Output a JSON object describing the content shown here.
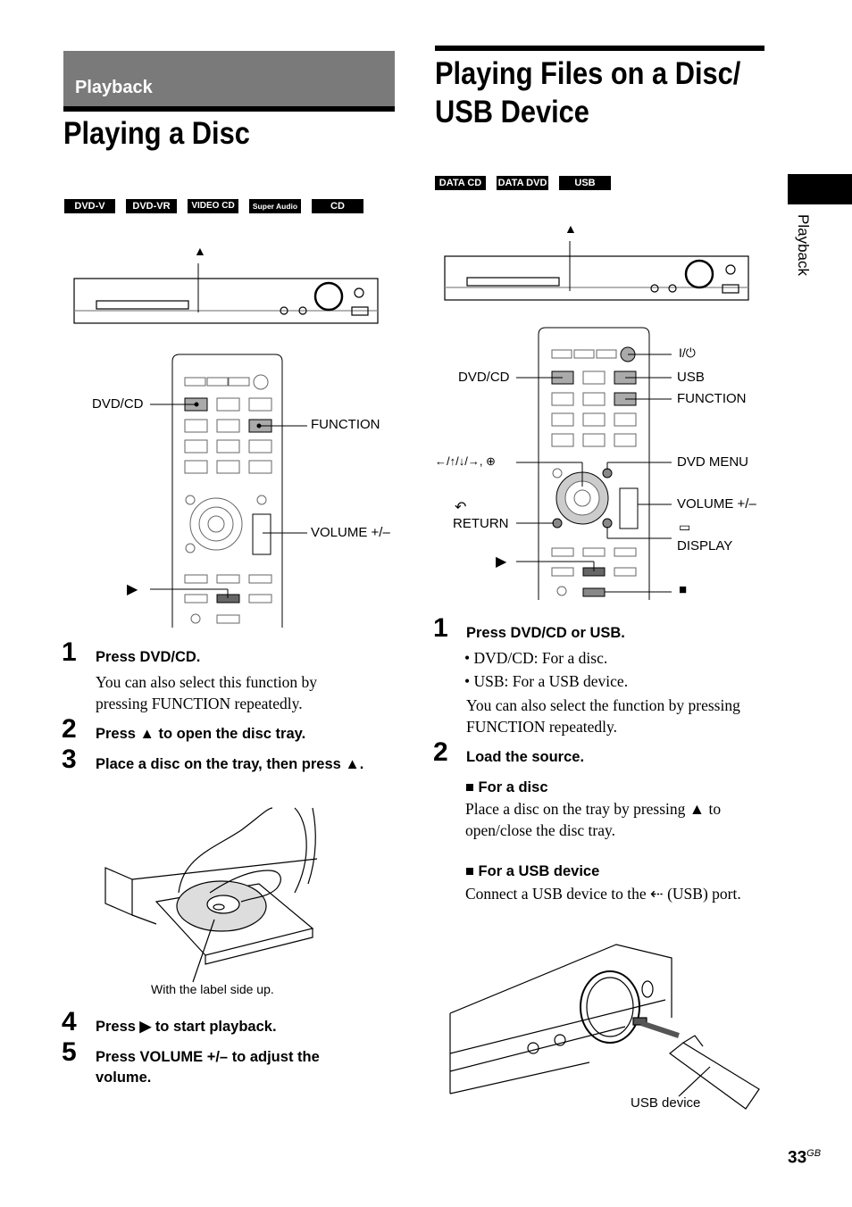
{
  "section_label": "Playback",
  "left": {
    "title": "Playing a Disc",
    "badges": [
      "DVD-V",
      "DVD-VR",
      "VIDEO CD",
      "Super Audio CD",
      "CD"
    ],
    "labels": {
      "dvdcd": "DVD/CD",
      "function": "FUNCTION",
      "volume": "VOLUME +/–",
      "eject": "▲",
      "play": "▶"
    },
    "steps": [
      {
        "num": "1",
        "text": "Press DVD/CD.",
        "note": "You can also select this function by pressing FUNCTION repeatedly."
      },
      {
        "num": "2",
        "text": "Press ▲ to open the disc tray."
      },
      {
        "num": "3",
        "text": "Place a disc on the tray, then press ▲."
      },
      {
        "num": "4",
        "text": "Press ▶ to start playback."
      },
      {
        "num": "5",
        "text": "Press VOLUME +/– to adjust the volume."
      }
    ],
    "caption": "With the label side up."
  },
  "right": {
    "title_line1": "Playing Files on a Disc/",
    "title_line2": "USB Device",
    "badges": [
      "DATA CD",
      "DATA DVD",
      "USB"
    ],
    "labels": {
      "power": "I/⏻",
      "dvdcd": "DVD/CD",
      "usb": "USB",
      "function": "FUNCTION",
      "arrows": "←/↑/↓/→, ⊕",
      "dvdmenu": "DVD MENU",
      "volume": "VOLUME +/–",
      "return_icon": "↶",
      "return": "RETURN",
      "display_icon": "▭",
      "display": "DISPLAY",
      "play": "▶",
      "stop": "■",
      "eject": "▲"
    },
    "steps": [
      {
        "num": "1",
        "text": "Press DVD/CD or USB.",
        "bullets": [
          "• DVD/CD: For a disc.",
          "• USB: For a USB device."
        ],
        "note": "You can also select the function by pressing FUNCTION repeatedly."
      },
      {
        "num": "2",
        "text": "Load the source."
      }
    ],
    "disc_heading": "■ For a disc",
    "disc_text": "Place a disc on the tray by pressing ▲ to open/close the disc tray.",
    "usb_heading": "■ For a USB device",
    "usb_text": "Connect a USB device to the ⇠ (USB) port.",
    "caption": "USB device"
  },
  "side_tab": "Playback",
  "page": {
    "number": "33",
    "suffix": "GB"
  }
}
